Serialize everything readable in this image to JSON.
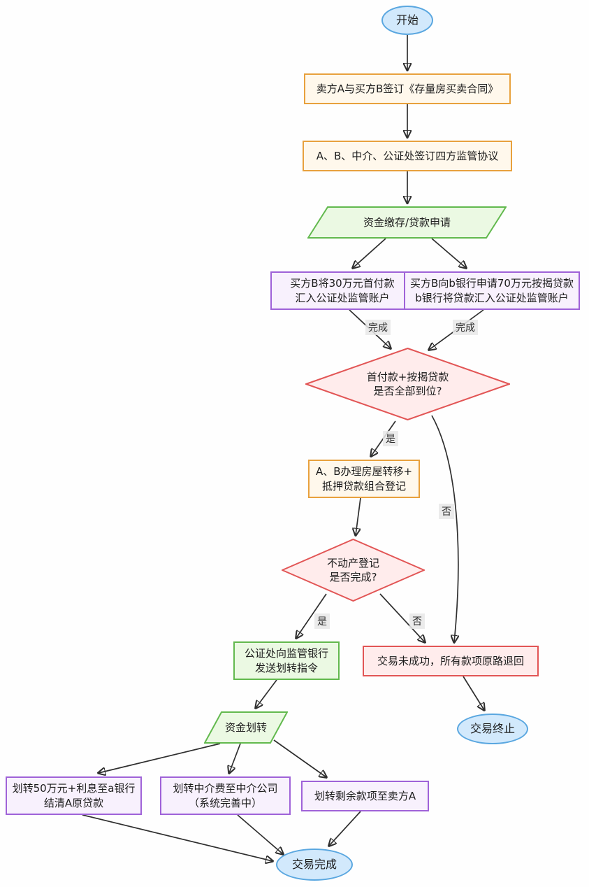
{
  "diagram": {
    "type": "flowchart",
    "background": "#ffffff",
    "nodes": {
      "start": "开始",
      "sign_contract": "卖方A与买方B签订《存量房买卖合同》",
      "four_party_agreement": "A、B、中介、公证处签订四方监管协议",
      "fund_deposit_loan_apply": "资金缴存/贷款申请",
      "down_payment": "买方B将30万元首付款\n汇入公证处监管账户",
      "mortgage_loan": "买方B向b银行申请70万元按揭贷款\nb银行将贷款汇入公证处监管账户",
      "funds_check": "首付款+按揭贷款\n是否全部到位?",
      "registration": "A、B办理房屋转移+\n抵押贷款组合登记",
      "registration_check": "不动产登记\n是否完成?",
      "transfer_instruction": "公证处向监管银行\n发送划转指令",
      "transaction_failed": "交易未成功，所有款项原路退回",
      "transaction_terminated": "交易终止",
      "fund_transfer": "资金划转",
      "repay_original_loan": "划转50万元+利息至a银行\n结清A原贷款",
      "agent_fee": "划转中介费至中介公司\n（系统完善中）",
      "remaining_to_seller": "划转剩余款项至卖方A",
      "transaction_complete": "交易完成"
    },
    "edge_labels": {
      "down_payment_done": "完成",
      "mortgage_done": "完成",
      "funds_yes": "是",
      "funds_no": "否",
      "registration_yes": "是",
      "registration_no": "否"
    },
    "colors": {
      "process_border": "#e8a13d",
      "process_fill": "#fff8ec",
      "account_border": "#9f62d8",
      "account_fill": "#f8f1fd",
      "io_border": "#62b94e",
      "io_fill": "#ebf9e3",
      "decision_border": "#e25555",
      "decision_fill": "#ffecec",
      "terminal_border": "#5aa7e0",
      "terminal_fill": "#d2e9fc",
      "edge": "#333333"
    }
  }
}
